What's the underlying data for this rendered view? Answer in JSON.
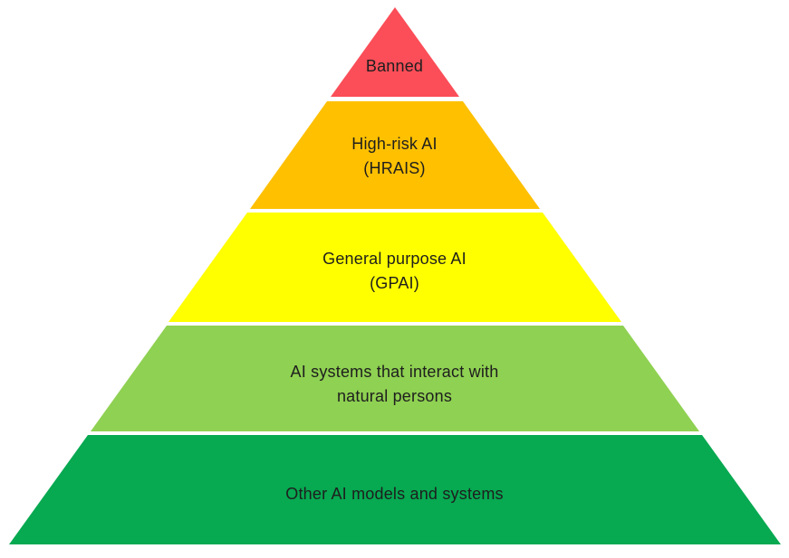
{
  "diagram": {
    "type": "pyramid",
    "background_color": "#FFFFFF",
    "text_color": "#1E1E1E",
    "tiers": [
      {
        "label": "Banned",
        "color": "#FB4E58"
      },
      {
        "label": "High-risk AI\n(HRAIS)",
        "color": "#FFC000"
      },
      {
        "label": "General purpose AI\n(GPAI)",
        "color": "#FFFF00"
      },
      {
        "label": "AI systems that interact with\nnatural persons",
        "color": "#8FD152"
      },
      {
        "label": "Other AI models and systems",
        "color": "#07A951"
      }
    ]
  }
}
